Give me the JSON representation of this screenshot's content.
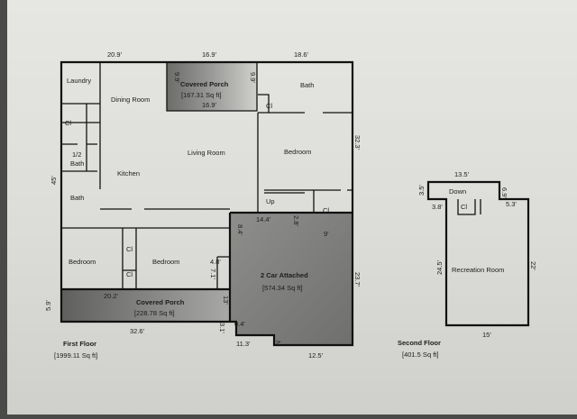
{
  "first_floor": {
    "title": "First Floor",
    "total": "[1999.11 Sq ft]",
    "rooms": {
      "laundry": "Laundry",
      "dining": "Dining Room",
      "bath_top": "Bath",
      "closet_left": "Cl",
      "half_bath_1": "1/2",
      "half_bath_2": "Bath",
      "kitchen": "Kitchen",
      "living": "Living Room",
      "bedroom_right": "Bedroom",
      "closet_bath": "Cl",
      "up": "Up",
      "closet_right": "Cl",
      "bath_left": "Bath",
      "bedroom_left": "Bedroom",
      "bedroom_mid": "Bedroom",
      "closet_hall_1": "Cl",
      "closet_hall_2": "Cl"
    },
    "porch_top": {
      "name": "Covered Porch",
      "area": "[167.31 Sq ft]",
      "dim": "16.9'"
    },
    "porch_bottom": {
      "name": "Covered Porch",
      "area": "[228.78 Sq ft]"
    },
    "garage": {
      "name": "2 Car Attached",
      "area": "[574.34 Sq ft]"
    },
    "dims": {
      "top_1": "20.9'",
      "top_2": "16.9'",
      "top_3": "18.6'",
      "porch_left": "9.9'",
      "porch_right": "9.9'",
      "right": "32.3'",
      "left": "45'",
      "garage_top": "14.4'",
      "garage_small": "2.8'",
      "garage_9": "9'",
      "garage_8": "8.4'",
      "d48": "4.8'",
      "d71": "7.1'",
      "d13": "13'",
      "porch_w": "20.2'",
      "left_59": "5.9'",
      "bottom_326": "32.6'",
      "d04": "0.4'",
      "d31": "3.1'",
      "bottom_113": "11.3'",
      "bottom_125": "12.5'",
      "garage_right": "23.7'"
    }
  },
  "second_floor": {
    "title": "Second Floor",
    "total": "[401.5 Sq ft]",
    "rooms": {
      "down": "Down",
      "closet": "Cl",
      "recreation": "Recreation Room"
    },
    "dims": {
      "top": "13.5'",
      "left_small": "3.5'",
      "d38": "3.8'",
      "d53": "5.3'",
      "d69": "6.9'",
      "left_big": "24.5'",
      "right_big": "22'",
      "bottom": "15'"
    }
  },
  "colors": {
    "porch_fill": "#8a8a88",
    "garage_fill": "#7e7e7c",
    "walls": "#111111"
  }
}
